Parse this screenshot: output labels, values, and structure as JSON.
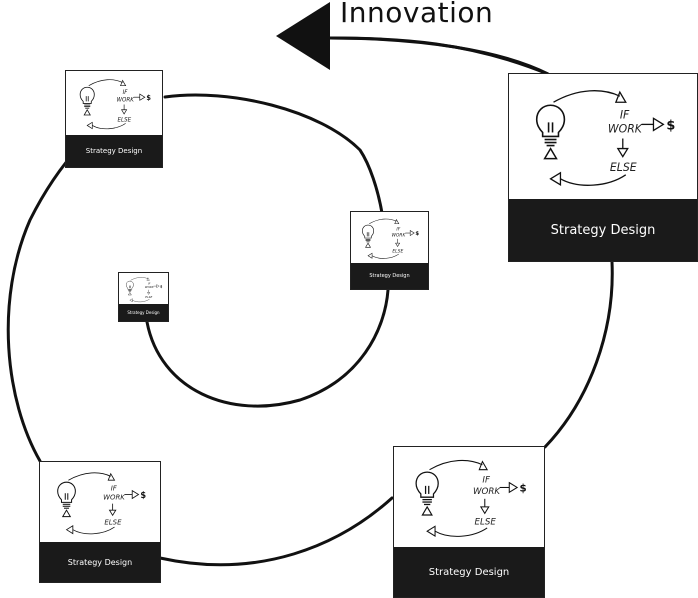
{
  "title": "Innovation",
  "cards": [
    {
      "id": "card-1",
      "label": "Strategy Design",
      "if_text": "IF",
      "work_text": "WORK",
      "else_text": "ELSE",
      "dollar_text": "$"
    },
    {
      "id": "card-2",
      "label": "Strategy Design",
      "if_text": "IF",
      "work_text": "WORK",
      "else_text": "ELSE",
      "dollar_text": "$"
    },
    {
      "id": "card-3",
      "label": "Strategy Design",
      "if_text": "IF",
      "work_text": "WORK",
      "else_text": "ELSE",
      "dollar_text": "$"
    },
    {
      "id": "card-4",
      "label": "Strategy Design",
      "if_text": "IF",
      "work_text": "WORK",
      "else_text": "ELSE",
      "dollar_text": "$"
    },
    {
      "id": "card-5",
      "label": "Strategy Design",
      "if_text": "IF",
      "work_text": "WORK",
      "else_text": "ELSE",
      "dollar_text": "$"
    },
    {
      "id": "card-6",
      "label": "Strategy Design",
      "if_text": "IF",
      "work_text": "WORK",
      "else_text": "ELSE",
      "dollar_text": "$"
    }
  ]
}
